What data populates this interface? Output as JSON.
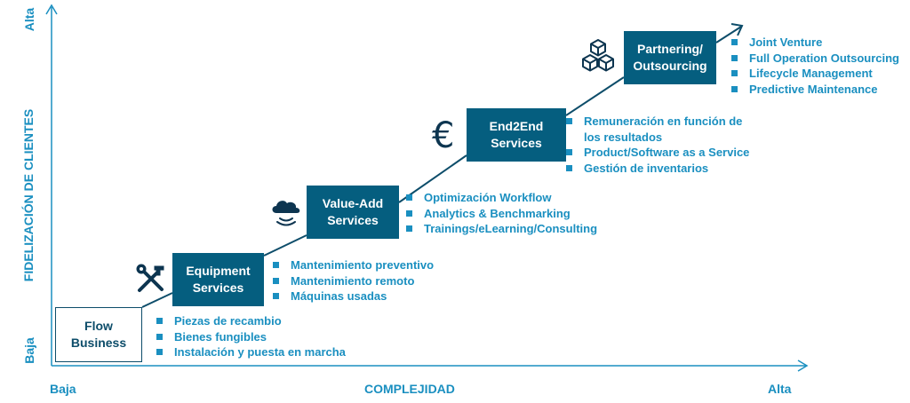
{
  "axes": {
    "x_title": "COMPLEJIDAD",
    "x_low": "Baja",
    "x_high": "Alta",
    "y_title": "FIDELIZACIÓN DE CLIENTES",
    "y_low": "Baja",
    "y_high": "Alta"
  },
  "stages": [
    {
      "line1": "Flow",
      "line2": "Business",
      "icon": "none",
      "items": [
        "Piezas de recambio",
        "Bienes fungibles",
        "Instalación y puesta en marcha"
      ]
    },
    {
      "line1": "Equipment",
      "line2": "Services",
      "icon": "tools-icon",
      "items": [
        "Mantenimiento preventivo",
        "Mantenimiento remoto",
        "Máquinas usadas"
      ]
    },
    {
      "line1": "Value-Add",
      "line2": "Services",
      "icon": "cloud-signal-icon",
      "items": [
        "Optimización Workflow",
        "Analytics & Benchmarking",
        "Trainings/eLearning/Consulting"
      ]
    },
    {
      "line1": "End2End",
      "line2": "Services",
      "icon": "euro-icon",
      "icon_glyph": "€",
      "items": [
        "Remuneración en función de",
        "los resultados",
        "Product/Software as a Service",
        "Gestión de inventarios"
      ]
    },
    {
      "line1": "Partnering/",
      "line2": "Outsourcing",
      "icon": "cubes-icon",
      "items": [
        "Joint Venture",
        "Full Operation Outsourcing",
        "Lifecycle Management",
        "Predictive Maintenance"
      ]
    }
  ],
  "colors": {
    "accent": "#1a8fc0",
    "box": "#055e7f",
    "dark": "#0d4d6a"
  }
}
